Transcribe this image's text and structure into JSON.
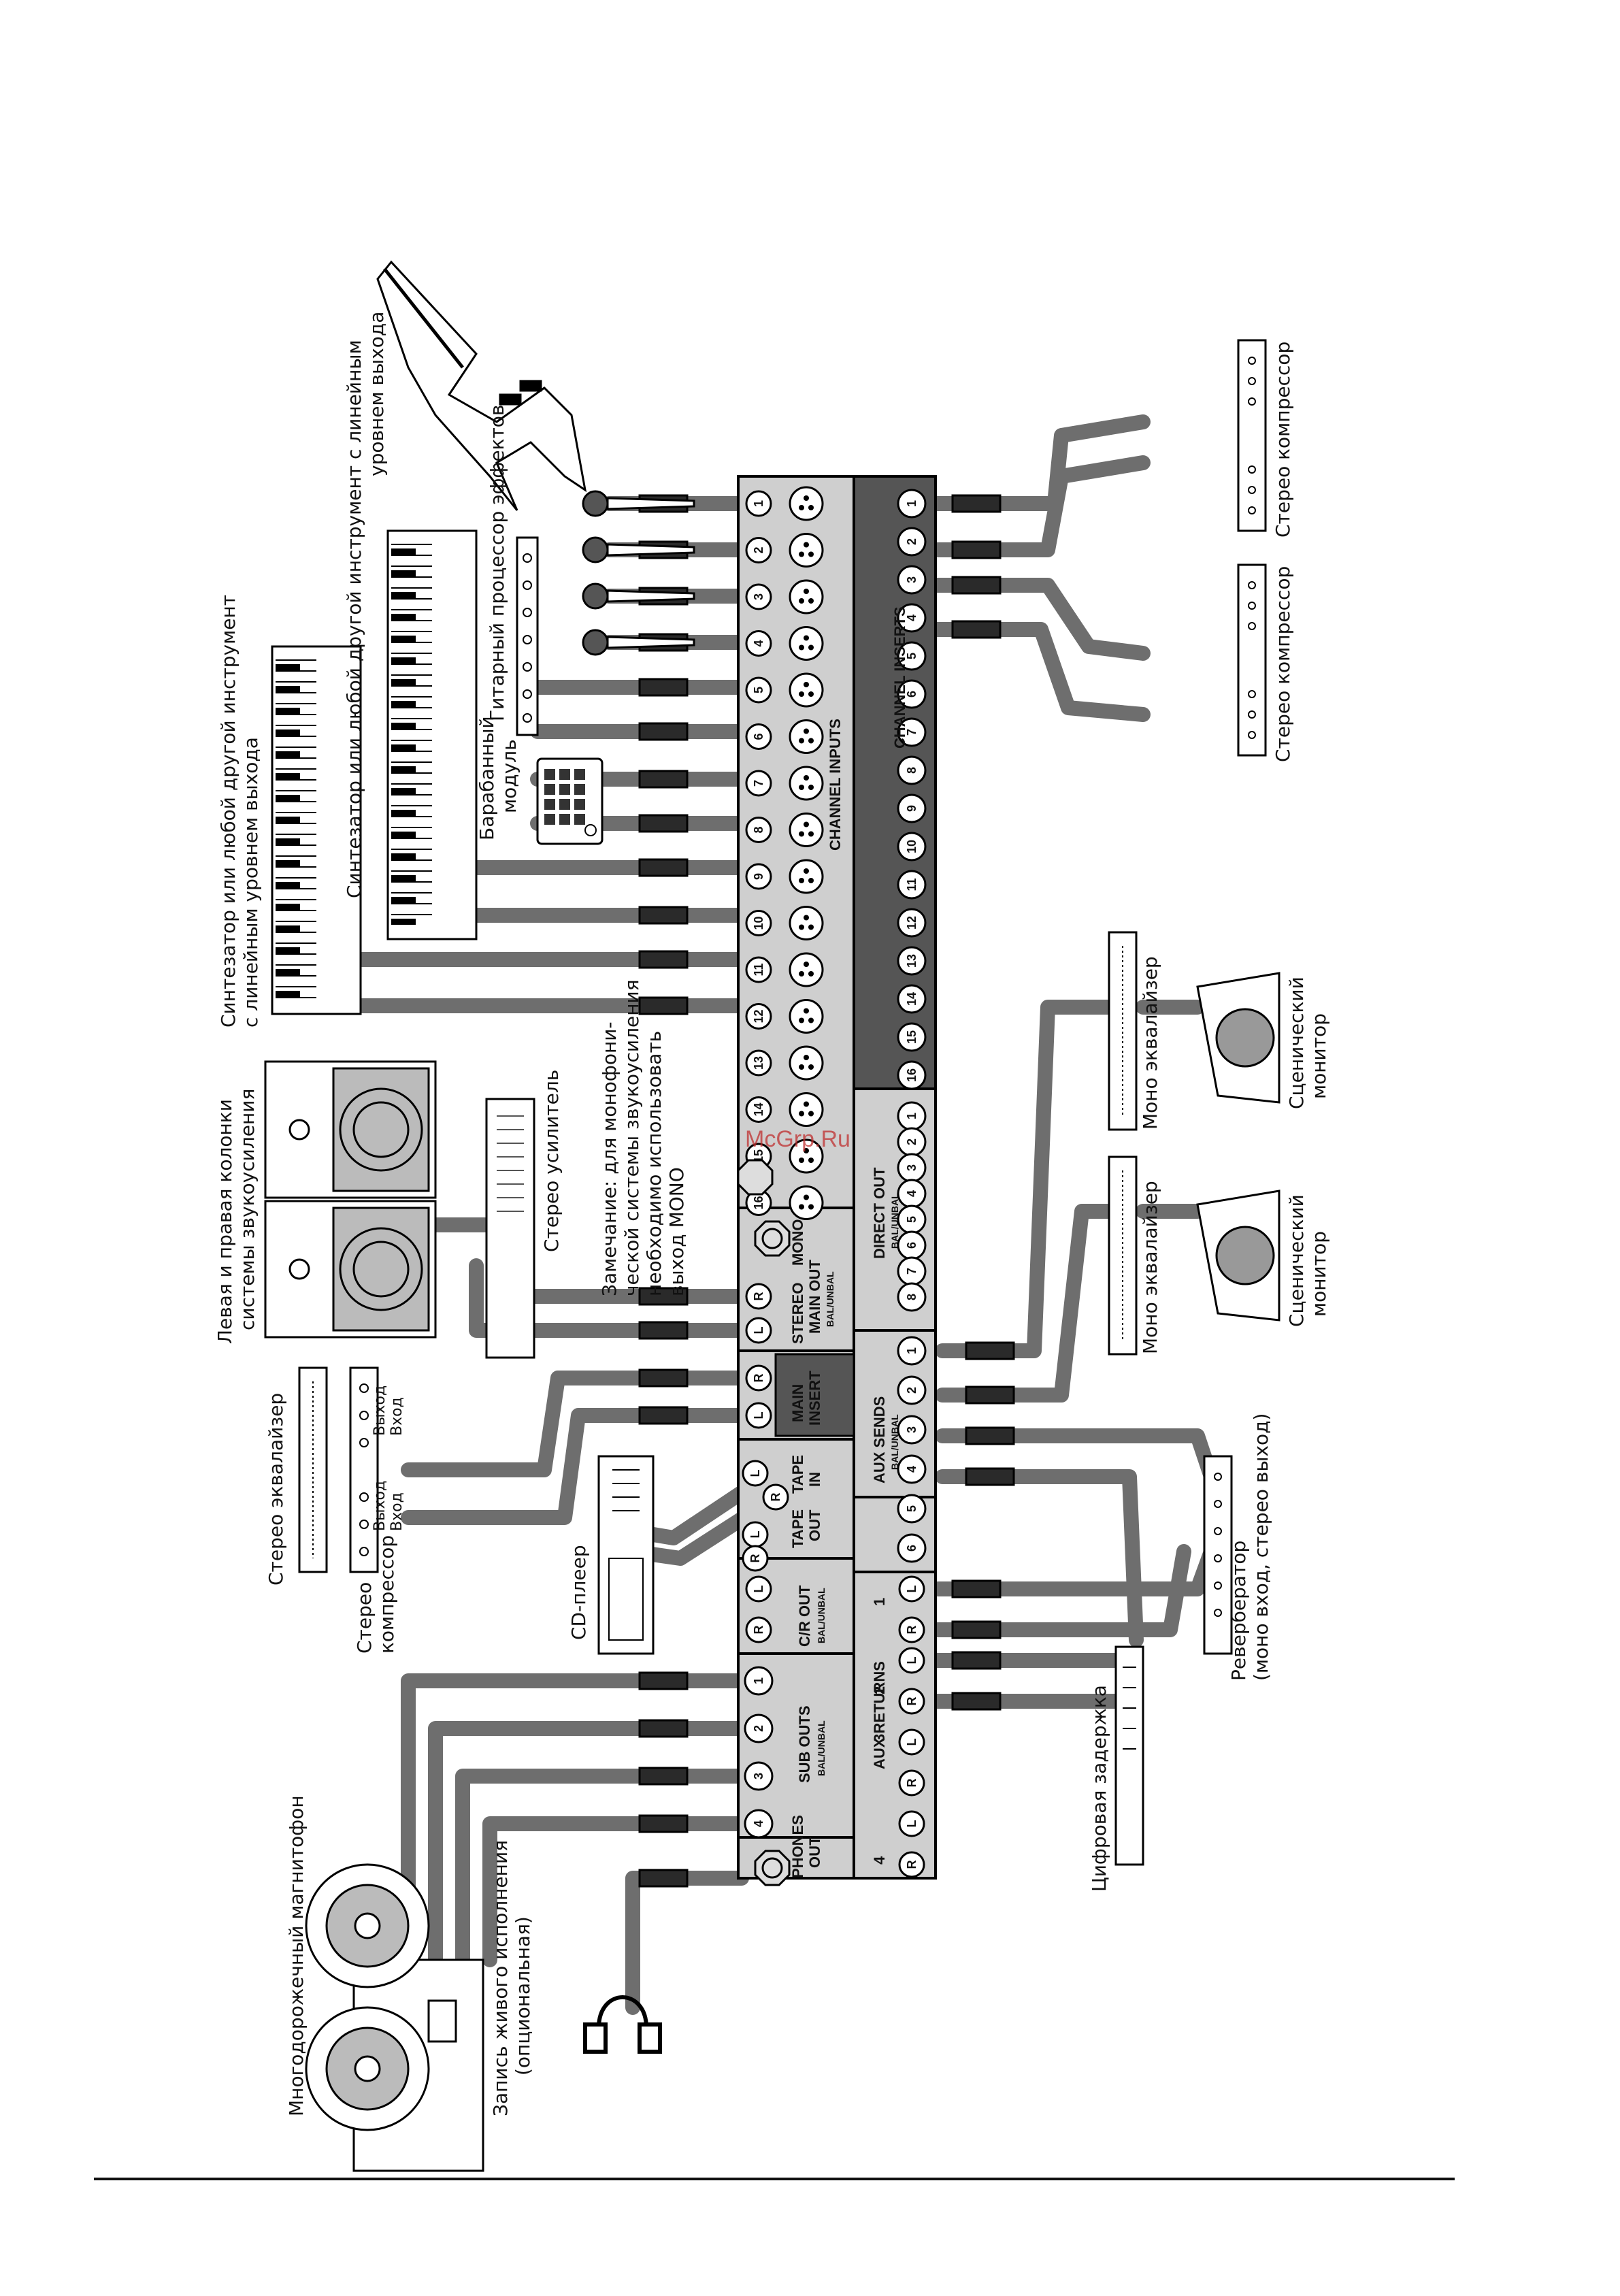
{
  "watermark": "McGrp.Ru",
  "panel": {
    "channel_inputs": "CHANNEL INPUTS",
    "channel_inserts": "CHANNEL INSERTS",
    "direct_out": "DIRECT OUT",
    "direct_out_sub": "BAL/UNBAL",
    "aux_sends": "AUX SENDS",
    "aux_sends_sub": "BAL/UNBAL",
    "main_insert_1": "MAIN",
    "main_insert_2": "INSERT",
    "stereo": "STEREO",
    "mono": "MONO",
    "main_out": "MAIN OUT",
    "main_out_sub": "BAL/UNBAL",
    "tape_in_1": "TAPE",
    "tape_in_2": "IN",
    "tape_out_1": "TAPE",
    "tape_out_2": "OUT",
    "cr_out": "C/R OUT",
    "cr_out_sub": "BAL/UNBAL",
    "sub_outs": "SUB OUTS",
    "sub_outs_sub": "BAL/UNBAL",
    "aux_returns": "AUX RETURNS",
    "phones_1": "PHONES",
    "phones_2": "OUT",
    "left": "L",
    "right": "R",
    "channels": [
      "1",
      "2",
      "3",
      "4",
      "5",
      "6",
      "7",
      "8",
      "9",
      "10",
      "11",
      "12",
      "13",
      "14",
      "15",
      "16"
    ],
    "return_nums": [
      "1",
      "2",
      "3",
      "4"
    ],
    "insert_labels": [
      "1",
      "2",
      "3",
      "4",
      "5",
      "6",
      "7",
      "8",
      "9",
      "10",
      "11",
      "12",
      "13",
      "14",
      "15",
      "16"
    ]
  },
  "labels": {
    "synth_1": "Синтезатор или любой другой инструмент",
    "synth_1b": "с линейным уровнем выхода",
    "synth_2": "Синтезатор или любой другой инструмент с линейным",
    "synth_2b": "уровнем выхода",
    "guitar_fx": "Гитарный процессор эффектов",
    "drum_1": "Барабанный",
    "drum_2": "модуль",
    "speakers_1": "Левая и правая колонки",
    "speakers_2": "системы звукоусиления",
    "amp": "Стерео усилитель",
    "note_1": "Замечание: для монофони-",
    "note_2": "ческой системы звукоусиления",
    "note_3": "необходимо использовать",
    "note_4": "выход MONO",
    "stereo_eq": "Стерео эквалайзер",
    "stereo_comp_1": "Стерео",
    "stereo_comp_2": "компрессор",
    "out": "Выход",
    "in": "Вход",
    "cd": "CD-плеер",
    "multitrack": "Многодорожечный магнитофон",
    "live_rec_1": "Запись живого исполнения",
    "live_rec_2": "(опциональная)",
    "delay": "Цифровая задержка",
    "reverb_1": "Ревербератор",
    "reverb_2": "(моно вход, стерео выход)",
    "mono_eq": "Моно эквалайзер",
    "stage_mon_1": "Сценический",
    "stage_mon_2": "монитор",
    "comp_stereo": "Стерео компрессор"
  },
  "colors": {
    "panel_light": "#cfcfcf",
    "panel_dark": "#555555",
    "cable": "#6e6e6e",
    "ink": "#111111"
  }
}
